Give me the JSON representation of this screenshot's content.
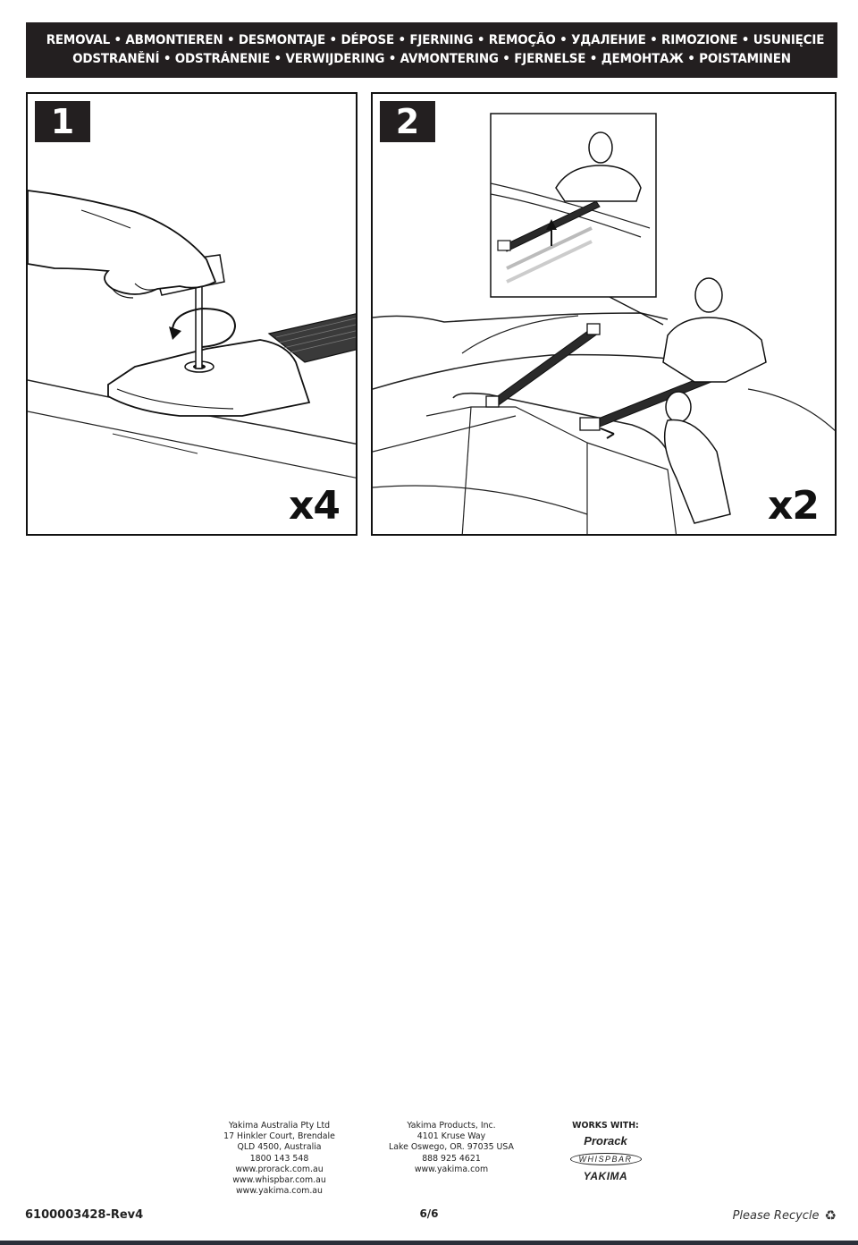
{
  "banner": {
    "line1": "REMOVAL • ABMONTIEREN • DESMONTAJE • DÉPOSE • FJERNING • REMOÇÃO • УДАЛЕНИЕ • RIMOZIONE • USUNIĘCIE",
    "line2": "ODSTRANĚNÍ • ODSTRÁNENIE • VERWIJDERING • AVMONTERING • FJERNELSE • ДЕМОНТАЖ • POISTAMINEN"
  },
  "steps": [
    {
      "number": "1",
      "multiplier": "x4"
    },
    {
      "number": "2",
      "multiplier": "x2"
    }
  ],
  "footer": {
    "australia": [
      "Yakima Australia Pty Ltd",
      "17 Hinkler Court, Brendale",
      "QLD 4500, Australia",
      "1800 143 548",
      "www.prorack.com.au",
      "www.whispbar.com.au",
      "www.yakima.com.au"
    ],
    "usa": [
      "Yakima Products, Inc.",
      "4101 Kruse Way",
      "Lake Oswego, OR. 97035 USA",
      "888 925 4621",
      "www.yakima.com"
    ],
    "works_with": {
      "title": "WORKS WITH:",
      "logos": [
        "Prorack",
        "WHISPBAR",
        "YAKIMA"
      ]
    },
    "doc_number": "6100003428-Rev4",
    "page": "6/6",
    "recycle": "Please Recycle",
    "recycle_icon": "recycle-icon"
  }
}
